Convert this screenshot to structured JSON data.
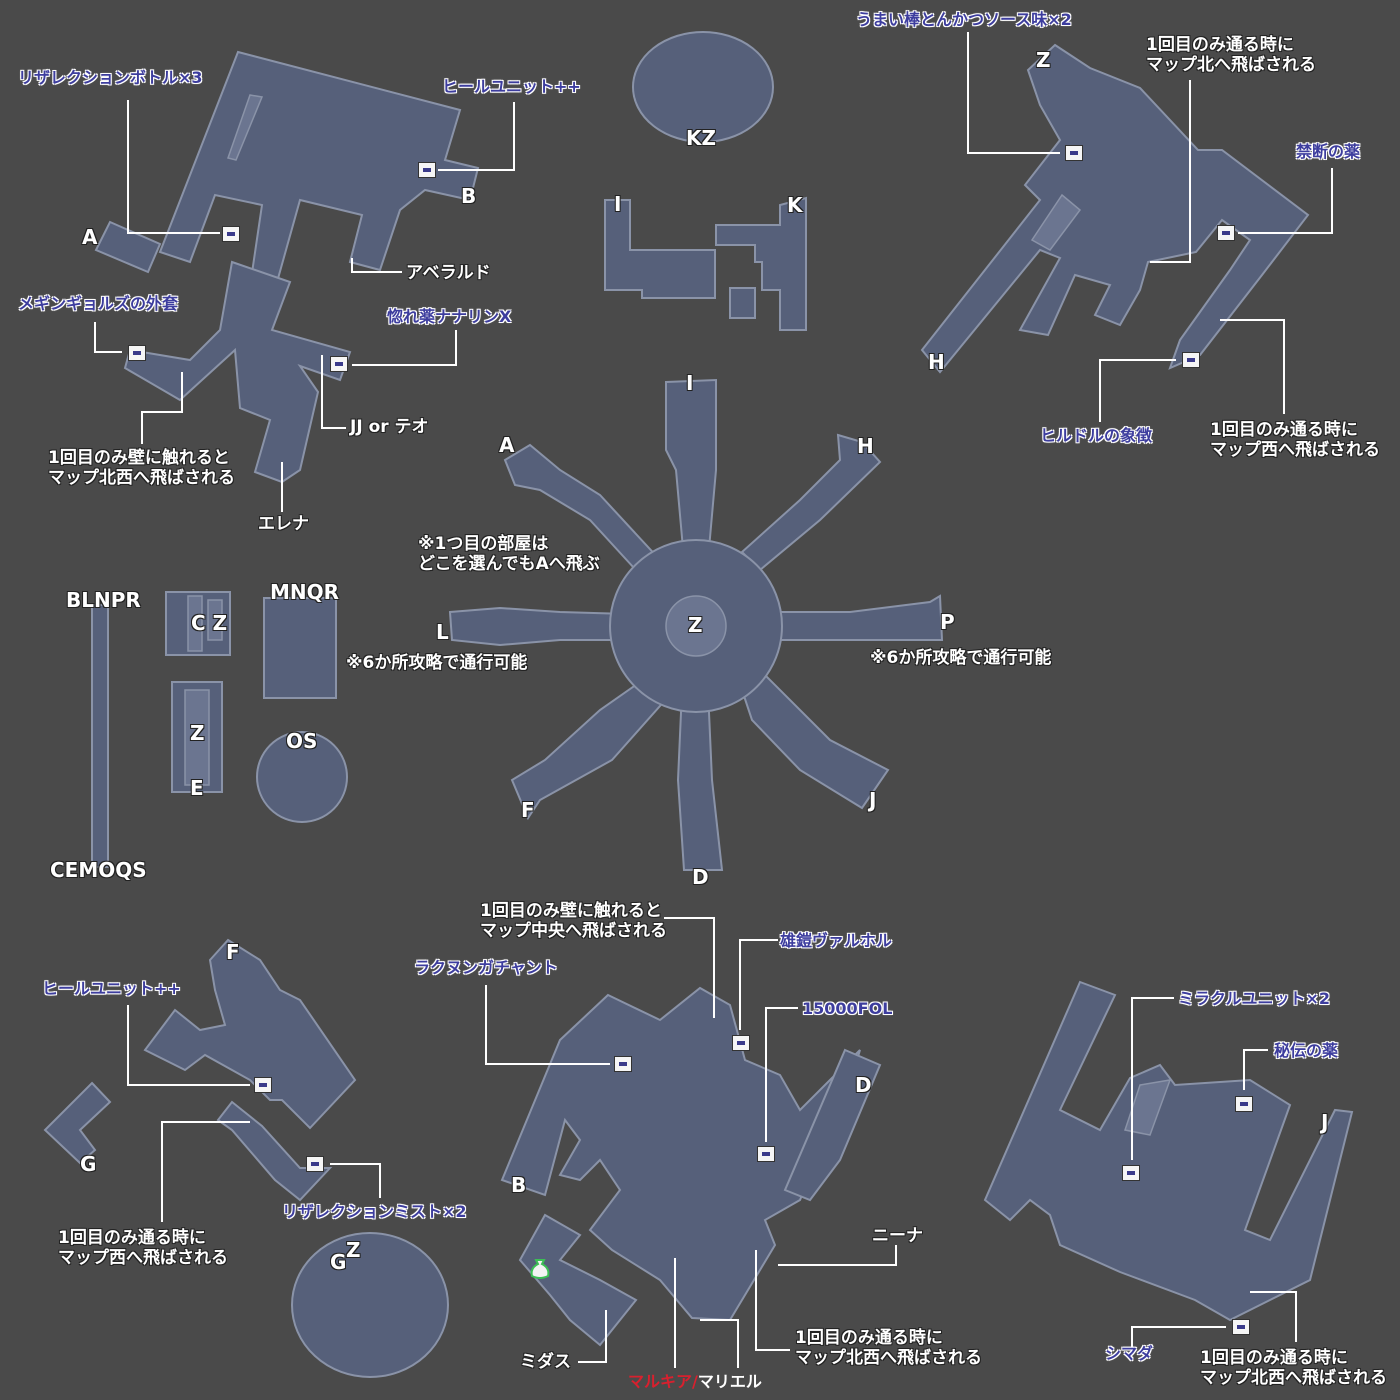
{
  "colors": {
    "background": "#4a4a4a",
    "room_fill": "#56607a",
    "room_edge": "#8a93a8",
    "annotation_text": "#ffffff",
    "item_text": "#3d3d9e",
    "leader_line": "#ffffff",
    "brand_red": "#d8202e",
    "brand_white": "#ffffff"
  },
  "maps": {
    "top_left": {
      "nodes": [
        "A",
        "B"
      ],
      "items": [
        "リザレクションボトル×3",
        "ヒールユニット++",
        "メギンギョルズの外套",
        "惚れ薬ナナリンX"
      ],
      "npcs": [
        "アベラルド",
        "JJ or テオ",
        "エレナ"
      ],
      "note": [
        "1回目のみ壁に触れると",
        "マップ北西へ飛ばされる"
      ]
    },
    "top_center": {
      "nodes": [
        "KZ",
        "I",
        "K"
      ]
    },
    "top_right": {
      "nodes": [
        "Z",
        "H"
      ],
      "items": [
        "うまい棒とんかつソース味×2",
        "禁断の薬",
        "ヒルドルの象徴"
      ],
      "note1": [
        "1回目のみ通る時に",
        "マップ北へ飛ばされる"
      ],
      "note2": [
        "1回目のみ通る時に",
        "マップ西へ飛ばされる"
      ]
    },
    "hub": {
      "nodes": [
        "I",
        "A",
        "H",
        "L",
        "Z",
        "P",
        "F",
        "J",
        "D"
      ],
      "note_first_room": [
        "※1つ目の部屋は",
        "どこを選んでもAへ飛ぶ"
      ],
      "note_l": "※6か所攻略で通行可能",
      "note_p": "※6か所攻略で通行可能"
    },
    "middle_left": {
      "labels": [
        "BLNPR",
        "CEMOQS",
        "C Z",
        "MNQR",
        "Z",
        "E",
        "OS"
      ],
      "note_mnqr": "※6か所攻略で通行可能"
    },
    "bottom_left": {
      "nodes": [
        "F",
        "G",
        "G",
        "Z"
      ],
      "items": [
        "ヒールユニット++",
        "リザレクションミスト×2"
      ],
      "note": [
        "1回目のみ通る時に",
        "マップ西へ飛ばされる"
      ]
    },
    "bottom_center": {
      "nodes": [
        "D",
        "B"
      ],
      "items": [
        "雄鎧ヴァルホル",
        "ラクヌンガチャント",
        "15000FOL"
      ],
      "npcs": [
        "ニーナ",
        "ミダス",
        "マリエル"
      ],
      "note1": [
        "1回目のみ壁に触れると",
        "マップ中央へ飛ばされる"
      ],
      "note2": [
        "1回目のみ通る時に",
        "マップ北西へ飛ばされる"
      ]
    },
    "bottom_right": {
      "nodes": [
        "J"
      ],
      "items": [
        "ミラクルユニット×2",
        "秘伝の薬",
        "シマダ"
      ],
      "note": [
        "1回目のみ通る時に",
        "マップ北西へ飛ばされる"
      ]
    }
  },
  "brand": {
    "left": "マルキア",
    "right": "マリエル"
  }
}
